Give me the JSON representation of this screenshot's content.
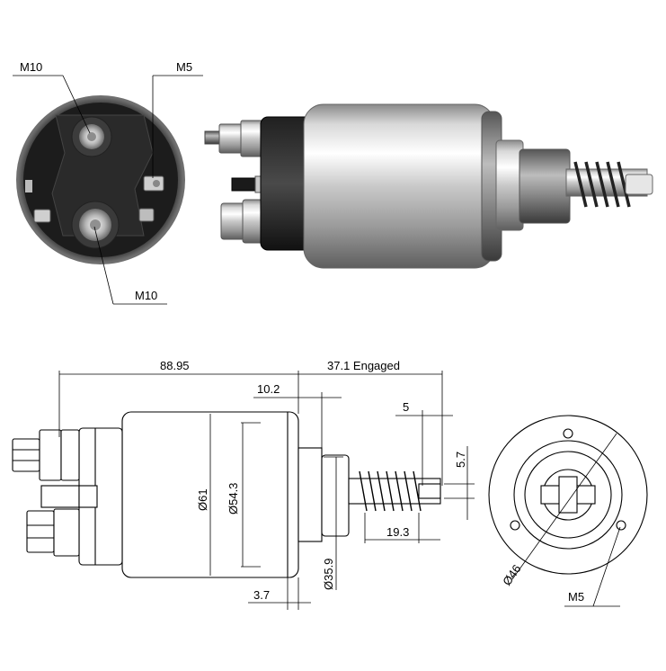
{
  "photo_labels": {
    "terminal_top": "M10",
    "terminal_small": "M5",
    "terminal_bottom": "M10"
  },
  "dimensions": {
    "overall_length": "88.95",
    "engaged_stroke": "37.1 Engaged",
    "flange_offset": "10.2",
    "plunger_tip": "5",
    "plunger_tip_width": "5.7",
    "body_diameter": "Ø61",
    "inner_diameter": "Ø54.3",
    "boss_diameter": "Ø35.9",
    "spring_length": "19.3",
    "flange_thickness": "3.7",
    "bolt_circle": "Ø46",
    "mount_thread": "M5"
  }
}
